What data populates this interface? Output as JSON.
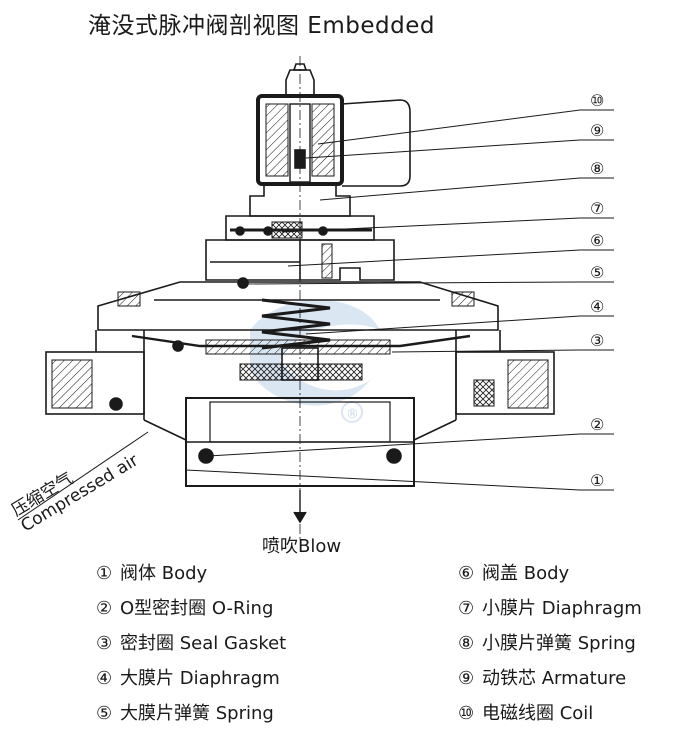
{
  "title": "淹没式脉冲阀剖视图 Embedded",
  "labels": {
    "compressed_air_cn": "压缩空气",
    "compressed_air_en": "Compressed air",
    "blow": "喷吹Blow",
    "registered": "®"
  },
  "callouts": [
    "⑩",
    "⑨",
    "⑧",
    "⑦",
    "⑥",
    "⑤",
    "④",
    "③",
    "②",
    "①"
  ],
  "legend_left": [
    {
      "num": "①",
      "text": "阀体 Body"
    },
    {
      "num": "②",
      "text": "O型密封圈 O-Ring"
    },
    {
      "num": "③",
      "text": "密封圈 Seal Gasket"
    },
    {
      "num": "④",
      "text": "大膜片 Diaphragm"
    },
    {
      "num": "⑤",
      "text": "大膜片弹簧 Spring"
    }
  ],
  "legend_right": [
    {
      "num": "⑥",
      "text": "阀盖 Body"
    },
    {
      "num": "⑦",
      "text": "小膜片 Diaphragm"
    },
    {
      "num": "⑧",
      "text": "小膜片弹簧 Spring"
    },
    {
      "num": "⑨",
      "text": "动铁芯 Armature"
    },
    {
      "num": "⑩",
      "text": "电磁线圈 Coil"
    }
  ],
  "colors": {
    "line": "#1a1a1a",
    "watermark": "#dbe6f3"
  }
}
